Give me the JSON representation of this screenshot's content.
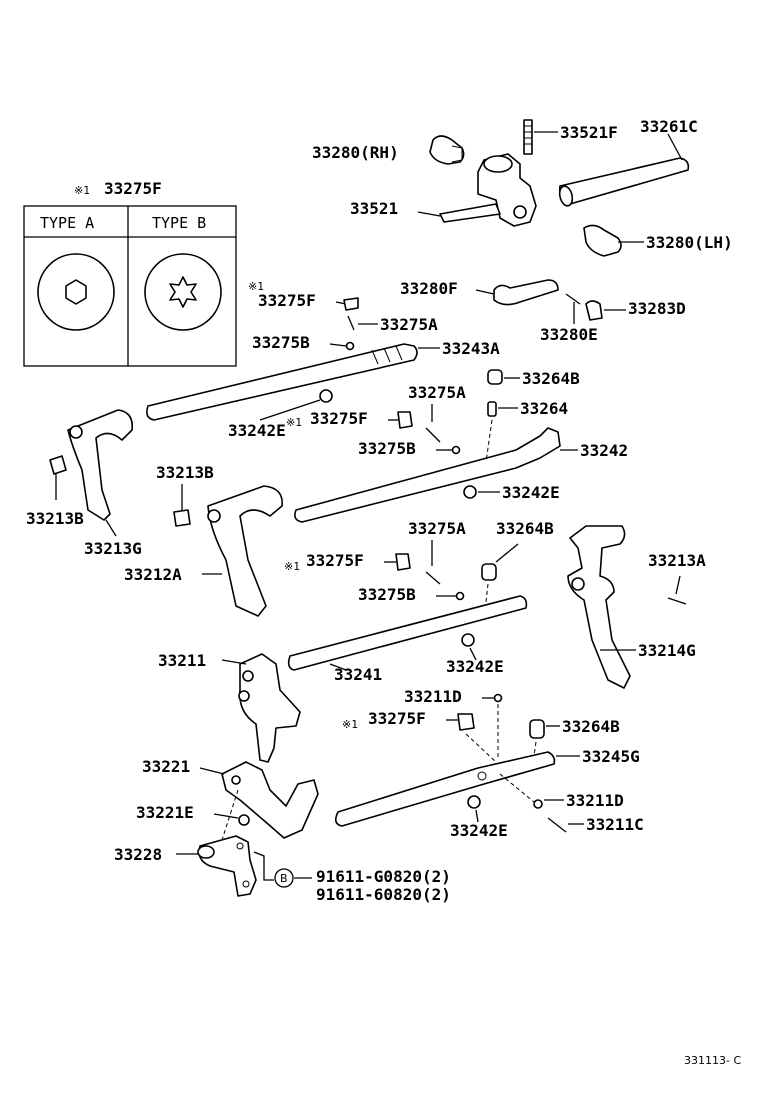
{
  "diagram": {
    "figure_ref": "331113- C",
    "type_box": {
      "header_mark": "※1",
      "header_part": "33275F",
      "type_a": "TYPE A",
      "type_b": "TYPE B"
    },
    "labels": {
      "p33280_rh": "33280(RH)",
      "p33521f": "33521F",
      "p33261c": "33261C",
      "p33521": "33521",
      "p33280_lh": "33280(LH)",
      "p33280f": "33280F",
      "p33283d": "33283D",
      "p33280e": "33280E",
      "p33275f_1": "33275F",
      "p33275a_1": "33275A",
      "p33275b_1": "33275B",
      "p33243a": "33243A",
      "p33264b_1": "33264B",
      "p33275a_2": "33275A",
      "p33264": "33264",
      "p33242e_1": "33242E",
      "p33275f_2": "33275F",
      "p33275b_2": "33275B",
      "p33242": "33242",
      "p33242e_2": "33242E",
      "p33213b_1": "33213B",
      "p33213b_2": "33213B",
      "p33213g": "33213G",
      "p33212a": "33212A",
      "p33275a_3": "33275A",
      "p33264b_2": "33264B",
      "p33275f_3": "33275F",
      "p33213a": "33213A",
      "p33275b_3": "33275B",
      "p33214g": "33214G",
      "p33211": "33211",
      "p33241": "33241",
      "p33242e_3": "33242E",
      "p33211d_1": "33211D",
      "p33275f_4": "33275F",
      "p33264b_3": "33264B",
      "p33221": "33221",
      "p33245g": "33245G",
      "p33221e": "33221E",
      "p33211d_2": "33211D",
      "p33242e_4": "33242E",
      "p33211c": "33211C",
      "p33228": "33228",
      "bolt_1": "91611-G0820(2)",
      "bolt_2": "91611-60820(2)",
      "circle_b": "B"
    },
    "marks": {
      "m1": "※1",
      "m2": "※1",
      "m3": "※1",
      "m4": "※1"
    }
  }
}
